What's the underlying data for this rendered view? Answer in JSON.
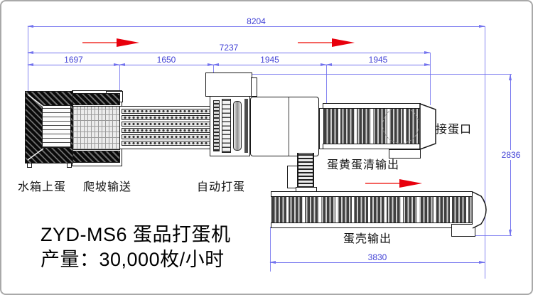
{
  "title": {
    "line1": "ZYD-MS6 蛋品打蛋机",
    "line2": "产量：30,000枚/小时"
  },
  "dimensions": {
    "total_length": "8204",
    "line_length": "7237",
    "tank_section": "1697",
    "climb_section": "1650",
    "breaker_section": "1945",
    "output_section": "1945",
    "overall_depth": "2836",
    "shell_conveyor": "3830"
  },
  "labels": {
    "tank": "水箱上蛋",
    "climb": "爬坡输送",
    "breaker": "自动打蛋",
    "liquid_output": "蛋黄蛋清输出",
    "egg_inlet": "接蛋口",
    "shell_output": "蛋壳输出"
  },
  "colors": {
    "dimension_line": "#7272ee",
    "dimension_text": "#4343d6",
    "flow_arrow": "#e8000d",
    "machine_outline": "#1a1a1a",
    "background": "#ffffff"
  }
}
